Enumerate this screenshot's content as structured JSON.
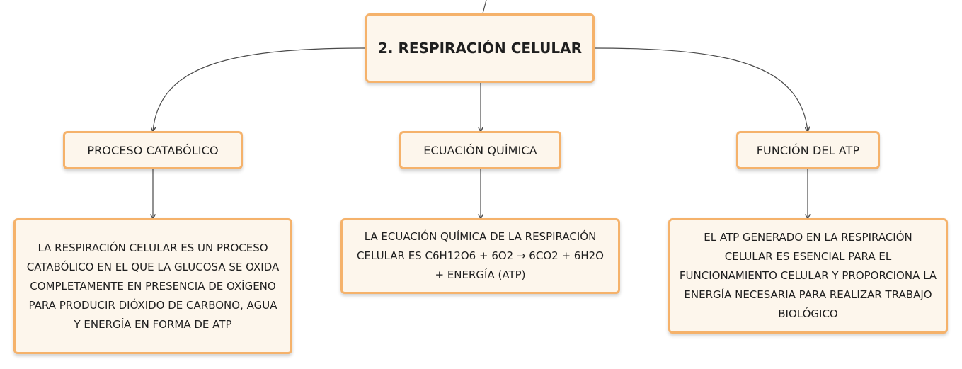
{
  "diagram": {
    "root": {
      "label": "2. RESPIRACIÓN CELULAR"
    },
    "branches": [
      {
        "label": "PROCESO CATABÓLICO",
        "detail": "LA RESPIRACIÓN CELULAR ES UN PROCESO CATABÓLICO EN EL QUE LA GLUCOSA SE OXIDA COMPLETAMENTE EN PRESENCIA DE OXÍGENO PARA PRODUCIR DIÓXIDO DE CARBONO, AGUA Y ENERGÍA EN FORMA DE ATP"
      },
      {
        "label": "ECUACIÓN QUÍMICA",
        "detail": "LA ECUACIÓN QUÍMICA DE LA RESPIRACIÓN CELULAR ES C6H12O6 + 6O2 → 6CO2 + 6H2O + ENERGÍA (ATP)"
      },
      {
        "label": "FUNCIÓN DEL ATP",
        "detail": "EL ATP GENERADO EN LA RESPIRACIÓN CELULAR ES ESENCIAL PARA EL FUNCIONAMIENTO CELULAR Y PROPORCIONA LA ENERGÍA NECESARIA PARA REALIZAR TRABAJO BIOLÓGICO"
      }
    ],
    "colors": {
      "node_border": "#f5b26b",
      "node_fill": "#fdf6ec",
      "connector": "#4a4a4a"
    }
  }
}
